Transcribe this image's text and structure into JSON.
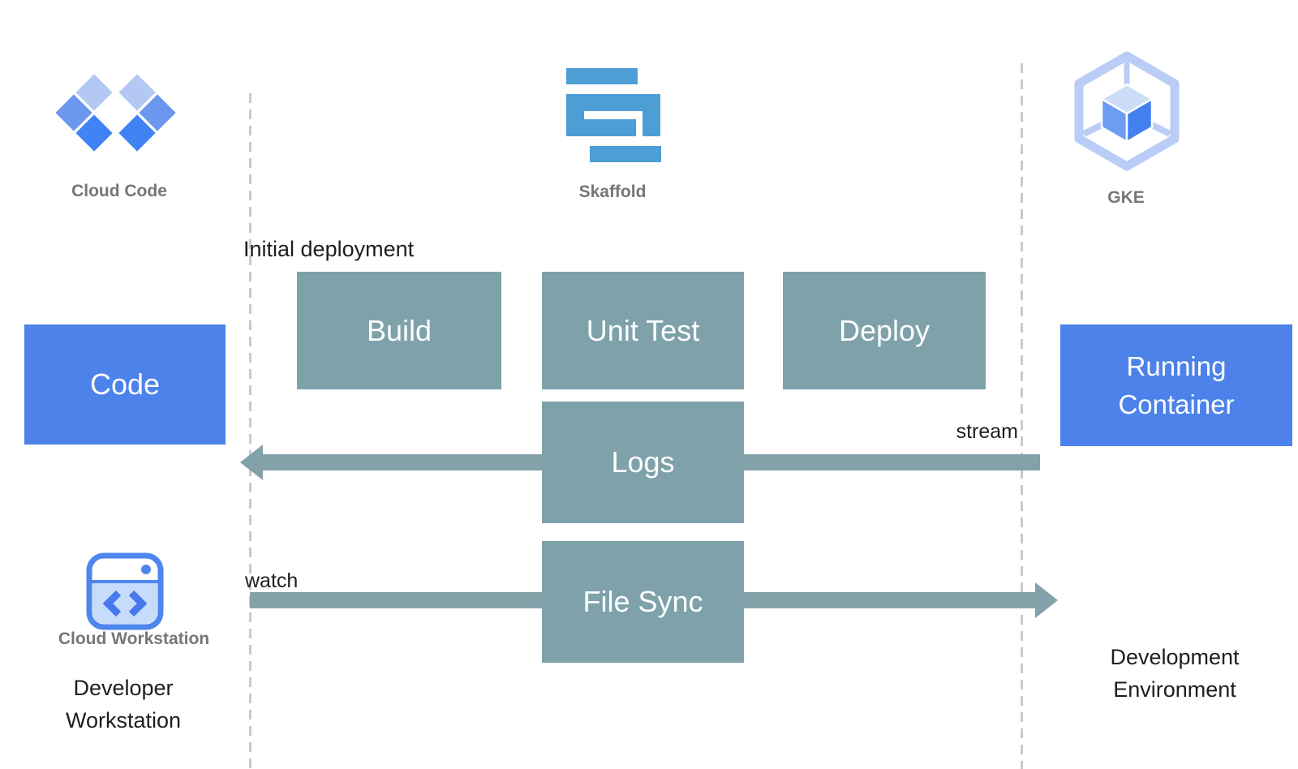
{
  "palette": {
    "blue-box": "#4c82e9",
    "teal-box": "#7fa2aa",
    "arrow": "#83a1a9",
    "dash": "#c7cacf",
    "caption": "#767676",
    "text": "#1e1e1e",
    "skaffold": "#4d9ed5",
    "cc-light": "#b3c9f4",
    "cc-medium": "#6b97ef",
    "cc-dark": "#4183f4",
    "gke-outline": "#b9cdf6",
    "gke-top": "#cddcf9",
    "gke-left": "#6d9cf3",
    "gke-right": "#4381f1",
    "ws-border": "#4e86ee",
    "ws-body": "#c7dbfb",
    "ws-chevron": "#4678ee"
  },
  "icons": {
    "cloud_code": "Cloud Code",
    "skaffold": "Skaffold",
    "gke": "GKE",
    "cloud_workstation": "Cloud Workstation"
  },
  "boxes": {
    "code": "Code",
    "build": "Build",
    "unit_test": "Unit Test",
    "deploy": "Deploy",
    "logs": "Logs",
    "file_sync": "File Sync",
    "running_container": "Running Container"
  },
  "labels": {
    "initial_deployment": "Initial deployment",
    "stream": "stream",
    "watch": "watch",
    "developer_workstation": "Developer Workstation",
    "development_environment": "Development Environment"
  }
}
